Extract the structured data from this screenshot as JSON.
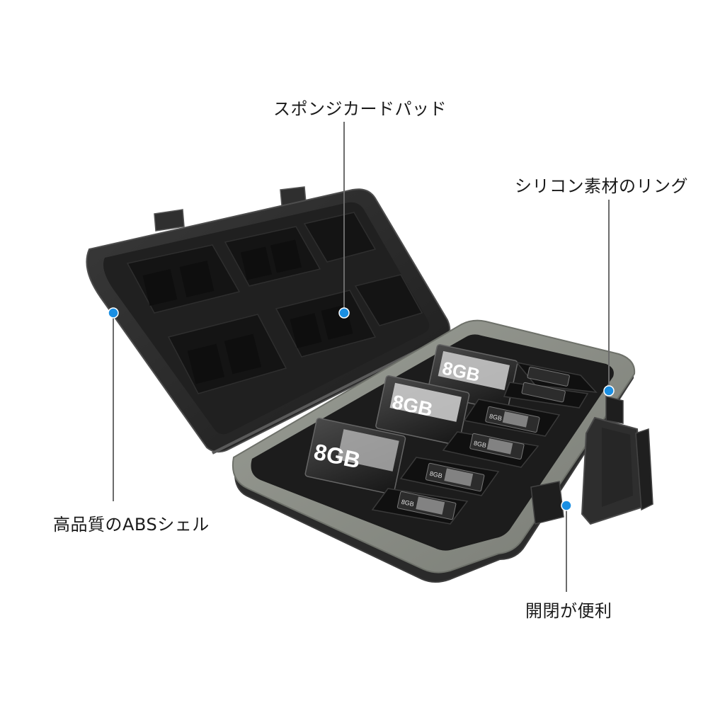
{
  "callouts": {
    "sponge_pad": "スポンジカードパッド",
    "silicone_ring": "シリコン素材のリング",
    "abs_shell": "高品質のABSシェル",
    "easy_open": "開閉が便利"
  },
  "cards": {
    "sd_capacity_label": "8GB",
    "micro_capacity_label": "8GB"
  },
  "colors": {
    "accent_dot": "#1a8fe3",
    "leader_line": "#6b6b6b",
    "case_dark": "#2b2b2b",
    "foam": "#1e1e1e",
    "silicone_ring": "#8c8f88"
  },
  "icons": [
    "dot-marker-icon"
  ]
}
